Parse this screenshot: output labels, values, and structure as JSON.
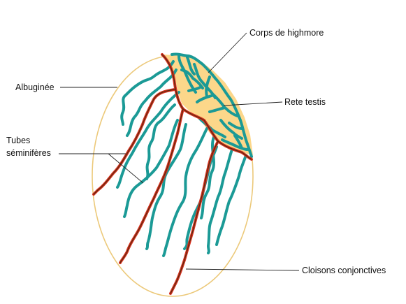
{
  "labels": {
    "corps_highmore": "Corps de highmore",
    "albuginee": "Albuginée",
    "rete_testis": "Rete testis",
    "tubes_line1": "Tubes",
    "tubes_line2": "séminifères",
    "cloisons": "Cloisons conjonctives"
  },
  "colors": {
    "albuginea": "#ecc97a",
    "highmore_fill": "#fcd78a",
    "tubules": "#1b9a96",
    "septa_outer": "#d6301f",
    "septa_core": "#5a2a0d",
    "text": "#111111"
  }
}
